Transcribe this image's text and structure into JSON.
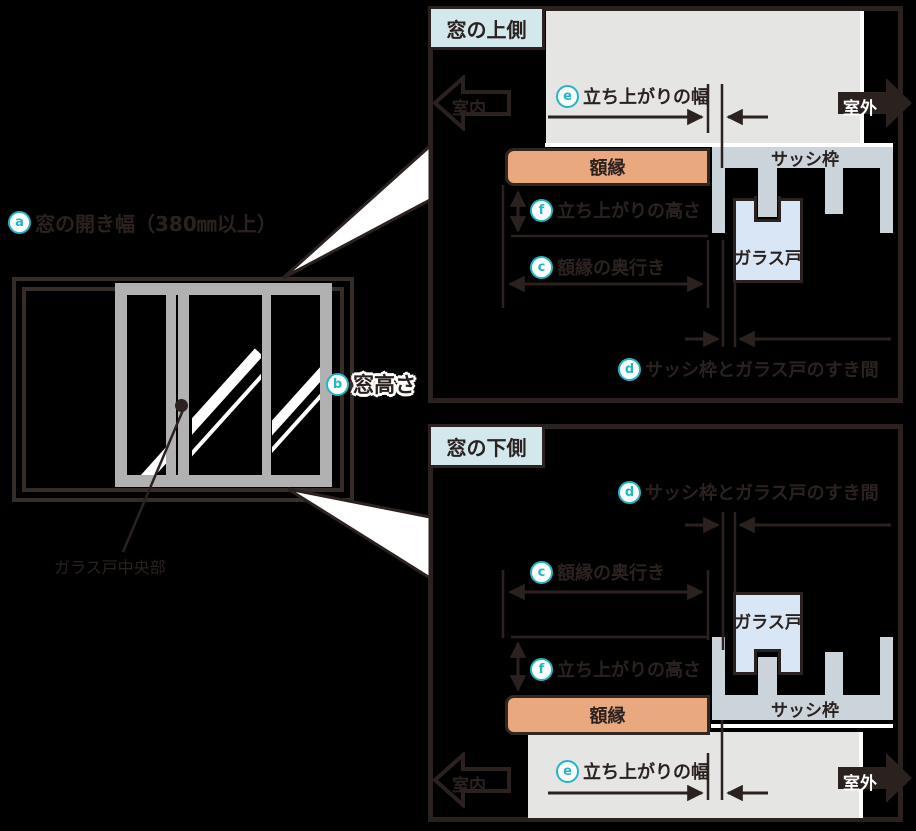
{
  "colors": {
    "background": "#000000",
    "ink": "#2b2220",
    "teal": "#21b6c4",
    "wall_gray": "#e5e5e3",
    "sash_gray": "#ccd4db",
    "glass_blue": "#d9e6f5",
    "casing_orange": "#e9a87d",
    "title_blue": "#d3e8ec",
    "window_frame_gray": "#b1b1b1",
    "white": "#ffffff"
  },
  "left_diagram": {
    "opening_width_label": {
      "letter": "a",
      "text": "窓の開き幅（380㎜以上）"
    },
    "window_height_label": {
      "letter": "b",
      "text": "窓高さ"
    },
    "glass_center_label": "ガラス戸中央部"
  },
  "top_panel": {
    "title": "窓の上側",
    "indoor": "室内",
    "outdoor": "室外",
    "rise_width": {
      "letter": "e",
      "text": "立ち上がりの幅"
    },
    "rise_height": {
      "letter": "f",
      "text": "立ち上がりの高さ"
    },
    "casing_depth": {
      "letter": "c",
      "text": "額縁の奥行き"
    },
    "gap": {
      "letter": "d",
      "text": "サッシ枠とガラス戸のすき間"
    },
    "casing": "額縁",
    "sash_frame": "サッシ枠",
    "glass_door": "ガラス戸"
  },
  "bottom_panel": {
    "title": "窓の下側",
    "indoor": "室内",
    "outdoor": "室外",
    "rise_width": {
      "letter": "e",
      "text": "立ち上がりの幅"
    },
    "rise_height": {
      "letter": "f",
      "text": "立ち上がりの高さ"
    },
    "casing_depth": {
      "letter": "c",
      "text": "額縁の奥行き"
    },
    "gap": {
      "letter": "d",
      "text": "サッシ枠とガラス戸のすき間"
    },
    "casing": "額縁",
    "sash_frame": "サッシ枠",
    "glass_door": "ガラス戸"
  }
}
